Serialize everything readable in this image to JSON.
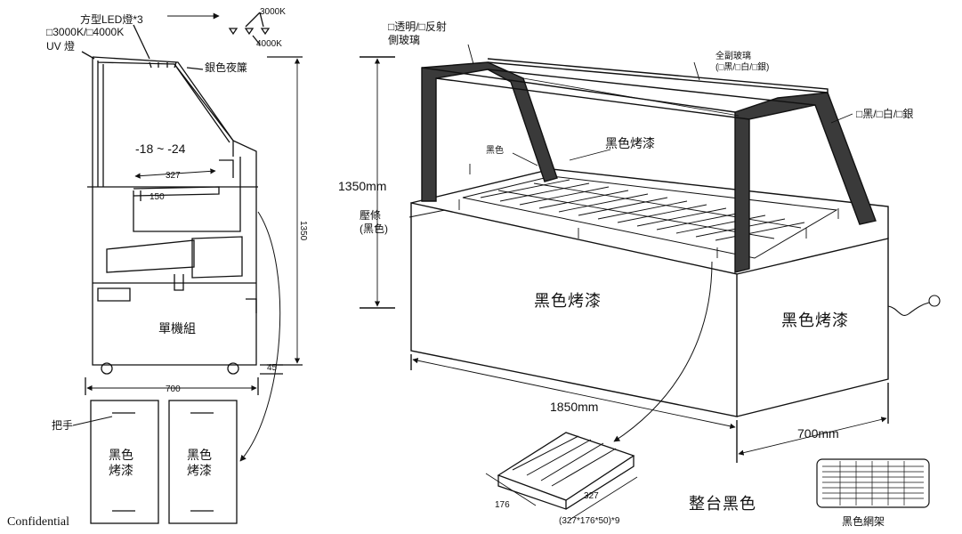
{
  "left_view": {
    "led_label": "方型LED燈*3",
    "color_temp_options": "□3000K/□4000K",
    "temp_3000": "3000K",
    "temp_4000": "4000K",
    "uv_lamp": "UV 燈",
    "silver_curtain": "銀色夜簾",
    "temp_range": "-18 ~ -24",
    "dim_327": "327",
    "dim_150": "150",
    "dim_1350": "1350",
    "dim_700": "700",
    "dim_45": "45",
    "unit_label": "單機組",
    "handle_label": "把手",
    "door_left_text": "黑色\n烤漆",
    "door_right_text": "黑色\n烤漆"
  },
  "right_view": {
    "side_glass": "□透明/□反射\n側玻璃",
    "full_glass": "全副玻璃\n(□黑/□白/□銀)",
    "frame_color": "□黑/□白/□銀",
    "black_label": "黑色",
    "black_paint_top": "黑色烤漆",
    "height_dim": "1350mm",
    "bar_label": "壓條\n(黑色)",
    "body_front": "黑色烤漆",
    "body_side": "黑色烤漆",
    "width_dim": "1850mm",
    "depth_dim": "700mm"
  },
  "bottom": {
    "pan_dim_176": "176",
    "pan_dim_327": "327",
    "pan_spec": "(327*176*50)*9",
    "overall_color": "整台黑色",
    "rack_label": "黑色網架",
    "confidential": "Confidential"
  }
}
